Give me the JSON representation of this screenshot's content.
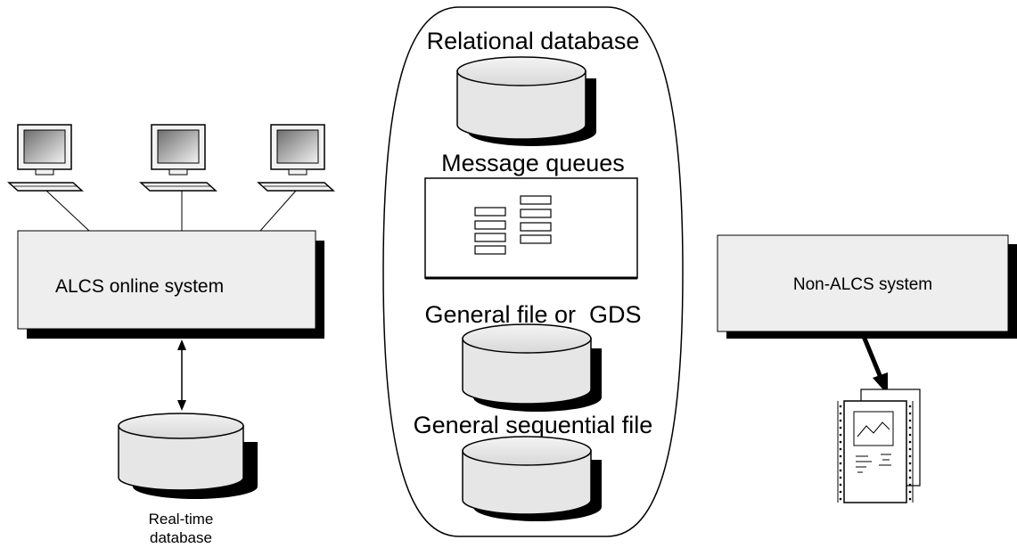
{
  "alcs": {
    "label": "ALCS online system"
  },
  "realtime_db": {
    "line1": "Real-time",
    "line2": "database"
  },
  "stores": {
    "relational": "Relational database",
    "mq": "Message queues",
    "gds": "General file or  GDS",
    "seq": "General sequential file"
  },
  "non_alcs": {
    "label": "Non-ALCS system"
  },
  "colors": {
    "box_fill": "#eeeeee",
    "disk_fill": "#e6e6e6",
    "shadow": "#000000",
    "line": "#000000"
  }
}
